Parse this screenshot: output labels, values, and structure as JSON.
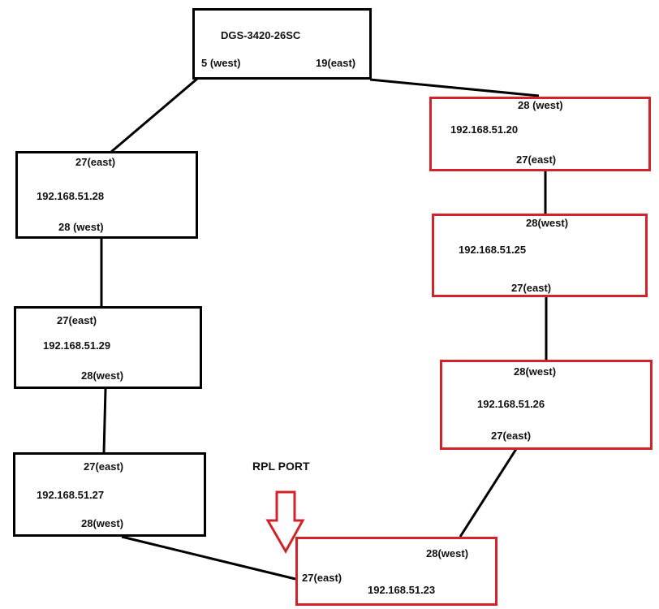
{
  "diagram": {
    "title": "Ring topology (ERPS)",
    "colors": {
      "normal_border": "#000000",
      "highlight_border": "#d2232a",
      "link": "#000000",
      "rpl_arrow": "#d2232a"
    },
    "nodes": {
      "root": {
        "name": "DGS-3420-26SC",
        "west": "5 (west)",
        "east": "19(east)"
      },
      "n28": {
        "ip": "192.168.51.28",
        "east": "27(east)",
        "west": "28 (west)"
      },
      "n29": {
        "ip": "192.168.51.29",
        "east": "27(east)",
        "west": "28(west)"
      },
      "n27": {
        "ip": "192.168.51.27",
        "east": "27(east)",
        "west": "28(west)"
      },
      "n20": {
        "ip": "192.168.51.20",
        "west": "28 (west)",
        "east": "27(east)"
      },
      "n25": {
        "ip": "192.168.51.25",
        "west": "28(west)",
        "east": "27(east)"
      },
      "n26": {
        "ip": "192.168.51.26",
        "west": "28(west)",
        "east": "27(east)"
      },
      "n23": {
        "ip": "192.168.51.23",
        "west": "28(west)",
        "east": "27(east)"
      }
    },
    "rpl": {
      "label": "RPL PORT"
    }
  }
}
